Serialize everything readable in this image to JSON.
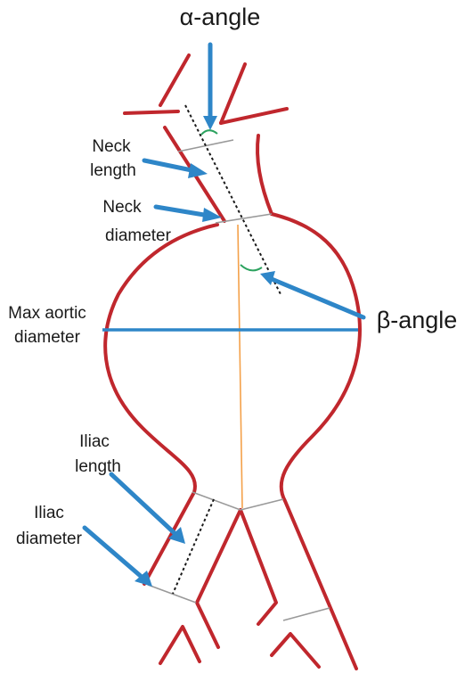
{
  "labels": {
    "alpha_angle": "α-angle",
    "beta_angle": "β-angle",
    "neck_length": [
      "Neck",
      "length"
    ],
    "neck_diameter": [
      "Neck",
      "diameter"
    ],
    "max_aortic_diameter": [
      "Max aortic",
      "diameter"
    ],
    "iliac_length": [
      "Iliac",
      "length"
    ],
    "iliac_diameter": [
      "Iliac",
      "diameter"
    ]
  },
  "colors": {
    "vessel": "#c0272d",
    "arrow": "#2e86c8",
    "centerline": "#f4a14a",
    "angle_arc": "#2ca25f"
  }
}
